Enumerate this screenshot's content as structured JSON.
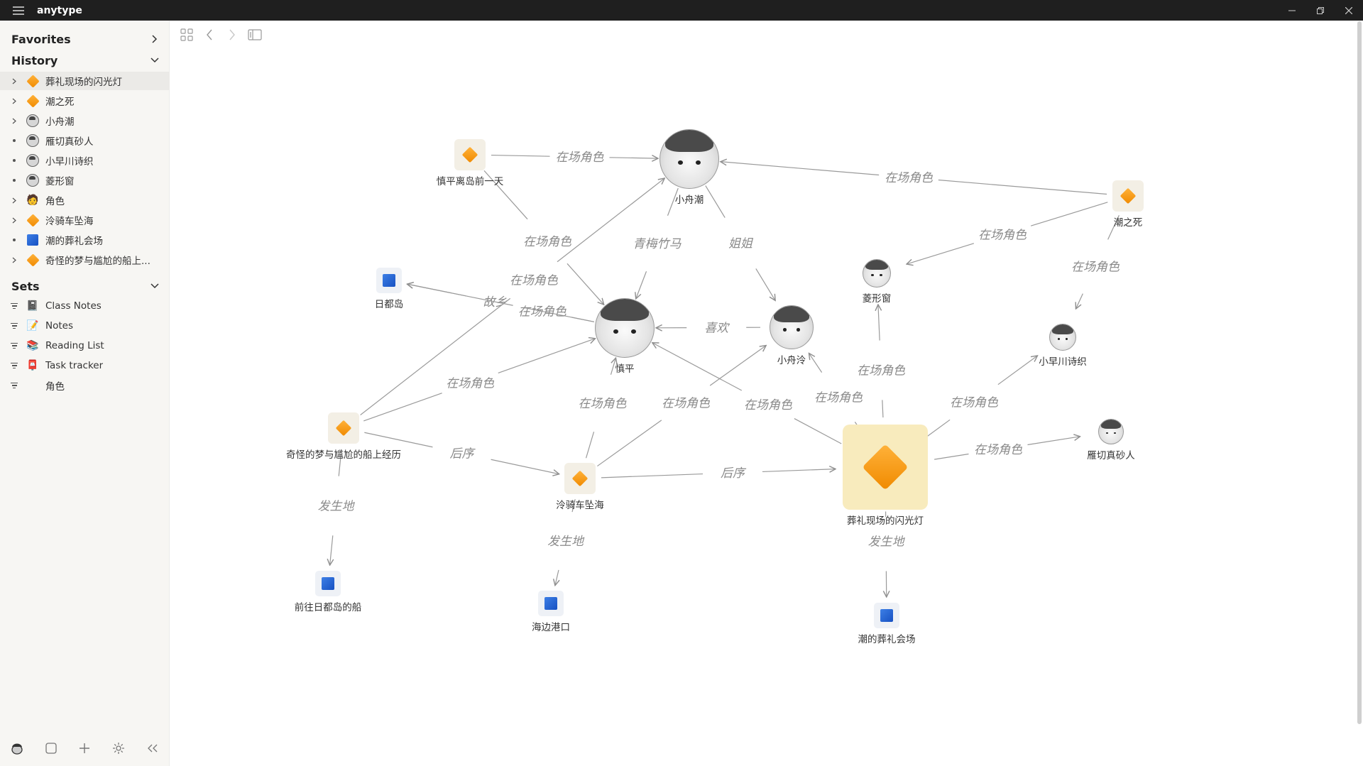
{
  "app": {
    "title": "anytype"
  },
  "sidebar": {
    "favorites_label": "Favorites",
    "history_label": "History",
    "sets_label": "Sets",
    "history": [
      {
        "label": "葬礼现场的闪光灯",
        "icon": "diamond",
        "expand": "chevron",
        "active": true
      },
      {
        "label": "潮之死",
        "icon": "diamond",
        "expand": "chevron"
      },
      {
        "label": "小舟潮",
        "icon": "avatar",
        "expand": "chevron"
      },
      {
        "label": "雁切真砂人",
        "icon": "avatar",
        "expand": "dot"
      },
      {
        "label": "小早川诗织",
        "icon": "avatar",
        "expand": "dot"
      },
      {
        "label": "菱形窗",
        "icon": "avatar",
        "expand": "dot"
      },
      {
        "label": "角色",
        "icon": "character-emoji",
        "expand": "chevron"
      },
      {
        "label": "泠骑车坠海",
        "icon": "diamond",
        "expand": "chevron"
      },
      {
        "label": "潮的葬礼会场",
        "icon": "blue-square",
        "expand": "dot"
      },
      {
        "label": "奇怪的梦与尴尬的船上...",
        "icon": "diamond",
        "expand": "chevron"
      }
    ],
    "sets": [
      {
        "label": "Class Notes",
        "icon": "notebook-emoji"
      },
      {
        "label": "Notes",
        "icon": "memo-emoji"
      },
      {
        "label": "Reading List",
        "icon": "books-emoji"
      },
      {
        "label": "Task tracker",
        "icon": "mailbox-emoji"
      },
      {
        "label": "角色",
        "icon": "none"
      }
    ]
  },
  "graph": {
    "nodes": [
      {
        "label": "慎平离岛前一天",
        "kind": "diamond"
      },
      {
        "label": "小舟潮",
        "kind": "face"
      },
      {
        "label": "潮之死",
        "kind": "diamond"
      },
      {
        "label": "日都岛",
        "kind": "square"
      },
      {
        "label": "菱形窗",
        "kind": "face"
      },
      {
        "label": "慎平",
        "kind": "face"
      },
      {
        "label": "小舟泠",
        "kind": "face"
      },
      {
        "label": "小早川诗织",
        "kind": "face"
      },
      {
        "label": "奇怪的梦与尴尬的船上经历",
        "kind": "diamond"
      },
      {
        "label": "泠骑车坠海",
        "kind": "diamond"
      },
      {
        "label": "葬礼现场的闪光灯",
        "kind": "big-diamond"
      },
      {
        "label": "雁切真砂人",
        "kind": "face"
      },
      {
        "label": "前往日都岛的船",
        "kind": "square"
      },
      {
        "label": "海边港口",
        "kind": "square"
      },
      {
        "label": "潮的葬礼会场",
        "kind": "square"
      }
    ],
    "edge_labels": {
      "present": "在场角色",
      "childhood": "青梅竹马",
      "sister": "姐姐",
      "hometown": "故乡",
      "likes": "喜欢",
      "sequel": "后序",
      "location": "发生地"
    }
  }
}
